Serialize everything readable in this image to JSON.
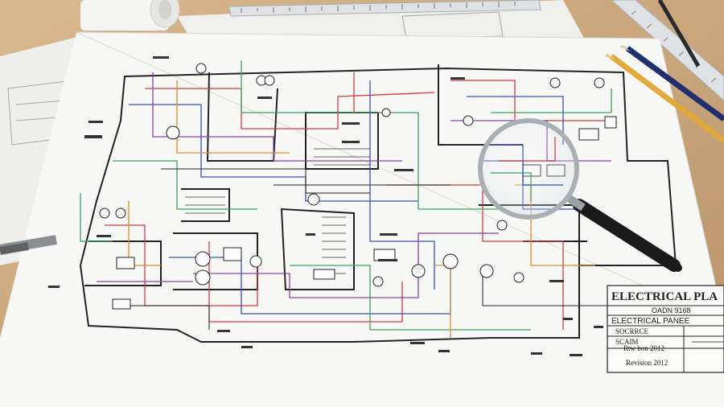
{
  "title_block": {
    "title": "ELECTRICAL PLA",
    "drawing_no": "OADN 9168",
    "subtitle": "ELECTRICAL PANEE",
    "scale_label": "SOCRRCE",
    "scale_value": "SCAIM",
    "date_label": "Rtw bon 2012",
    "revision": "Revision 2012"
  },
  "colors": {
    "desk": "#c9a67c",
    "paper": "#f7f7f5",
    "wire_red": "#d8383f",
    "wire_blue": "#2f4fd0",
    "wire_green": "#3aa655",
    "wire_purple": "#8a3fb0",
    "wire_orange": "#e38b2c",
    "wire_black": "#222222"
  },
  "objects": {
    "magnifier": "magnifying-glass",
    "pencils": [
      "yellow-pencil",
      "blue-pencil"
    ],
    "rulers": [
      "top-ruler",
      "right-ruler"
    ],
    "drawing_roll": "rolled-blueprint"
  }
}
